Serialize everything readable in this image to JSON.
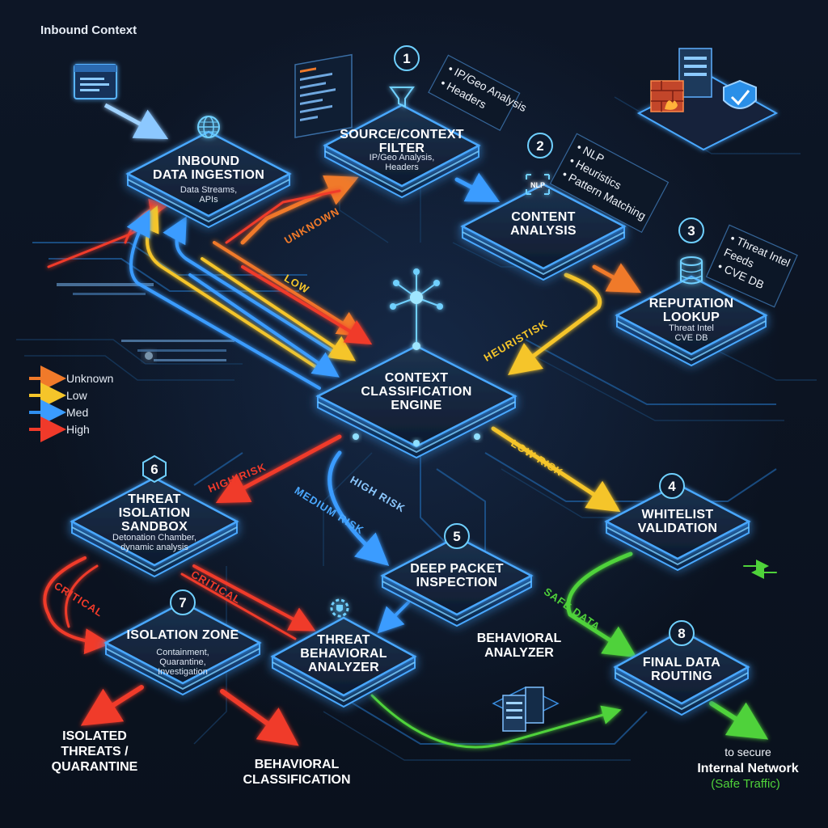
{
  "corner_title": "Inbound Context",
  "colors": {
    "unknown": "#f07a2a",
    "low": "#f5c52a",
    "med": "#2f8ff0",
    "high": "#f03a2a",
    "safe": "#4fd23a",
    "node_edge": "#4aa8ff"
  },
  "legend": [
    {
      "label": "Unknown",
      "color_key": "unknown"
    },
    {
      "label": "Low",
      "color_key": "low"
    },
    {
      "label": "Med",
      "color_key": "med"
    },
    {
      "label": "High",
      "color_key": "high"
    }
  ],
  "nodes": {
    "ingestion": {
      "title": [
        "INBOUND",
        "DATA INGESTION"
      ],
      "sub": [
        "Data Streams,",
        "APIs"
      ],
      "icon": "globe-icon"
    },
    "filter": {
      "number": "1",
      "title": [
        "SOURCE/CONTEXT",
        "FILTER"
      ],
      "sub": [
        "IP/Geo Analysis,",
        "Headers"
      ],
      "icon": "funnel-icon"
    },
    "content": {
      "number": "2",
      "title": [
        "CONTENT",
        "ANALYSIS"
      ],
      "sub": [],
      "icon": "nlp-icon",
      "icon_text": "NLP"
    },
    "reputation": {
      "number": "3",
      "title": [
        "REPUTATION",
        "LOOKUP"
      ],
      "sub": [
        "Threat Intel",
        "CVE DB"
      ],
      "icon": "database-icon"
    },
    "engine": {
      "title": [
        "CONTEXT",
        "CLASSIFICATION",
        "ENGINE"
      ],
      "icon": "network-hub-icon"
    },
    "whitelist": {
      "number": "4",
      "title": [
        "WHITELIST",
        "VALIDATION"
      ]
    },
    "dpi": {
      "number": "5",
      "title": [
        "DEEP PACKET",
        "INSPECTION"
      ]
    },
    "sandbox": {
      "number": "6",
      "title": [
        "THREAT",
        "ISOLATION",
        "SANDBOX"
      ],
      "sub": [
        "Detonation Chamber,",
        "dynamic analysis"
      ]
    },
    "isolation": {
      "number": "7",
      "title": [
        "ISOLATION ZONE"
      ],
      "sub": [
        "Containment,",
        "Quarantine,",
        "Investigation"
      ]
    },
    "behavioral": {
      "title": [
        "THREAT",
        "BEHAVIORAL",
        "ANALYZER"
      ],
      "icon": "gear-shield-icon"
    },
    "routing": {
      "number": "8",
      "title": [
        "FINAL DATA",
        "ROUTING"
      ]
    }
  },
  "side_notes": {
    "filter": [
      "• IP/Geo Analysis",
      "• Headers"
    ],
    "content": [
      "• NLP",
      "• Heuristics",
      "• Pattern Matching"
    ],
    "reputation": [
      "• Threat Intel",
      "Feeds",
      "• CVE DB"
    ]
  },
  "flow_labels": {
    "unknown": "UNKNOWN",
    "low": "LOW",
    "heuristic": "HEURISTISK",
    "high_risk": "HIGH RISK",
    "low_risk": "LOW RISK",
    "high_risk_2": "HIGH RISK",
    "medium_risk": "MEDIUM RISK",
    "critical_1": "CRITICAL",
    "critical_2": "CRITICAL",
    "safe_data": "SAFE DATA"
  },
  "floating_labels": {
    "behavioral_analyzer": [
      "BEHAVIORAL",
      "ANALYZER"
    ]
  },
  "outputs": {
    "quarantine": [
      "ISOLATED",
      "THREATS /",
      "QUARANTINE"
    ],
    "behavioral_class": [
      "BEHAVIORAL",
      "CLASSIFICATION"
    ],
    "secure": [
      "to secure",
      "Internal Network"
    ],
    "secure_sub": "(Safe Traffic)"
  }
}
